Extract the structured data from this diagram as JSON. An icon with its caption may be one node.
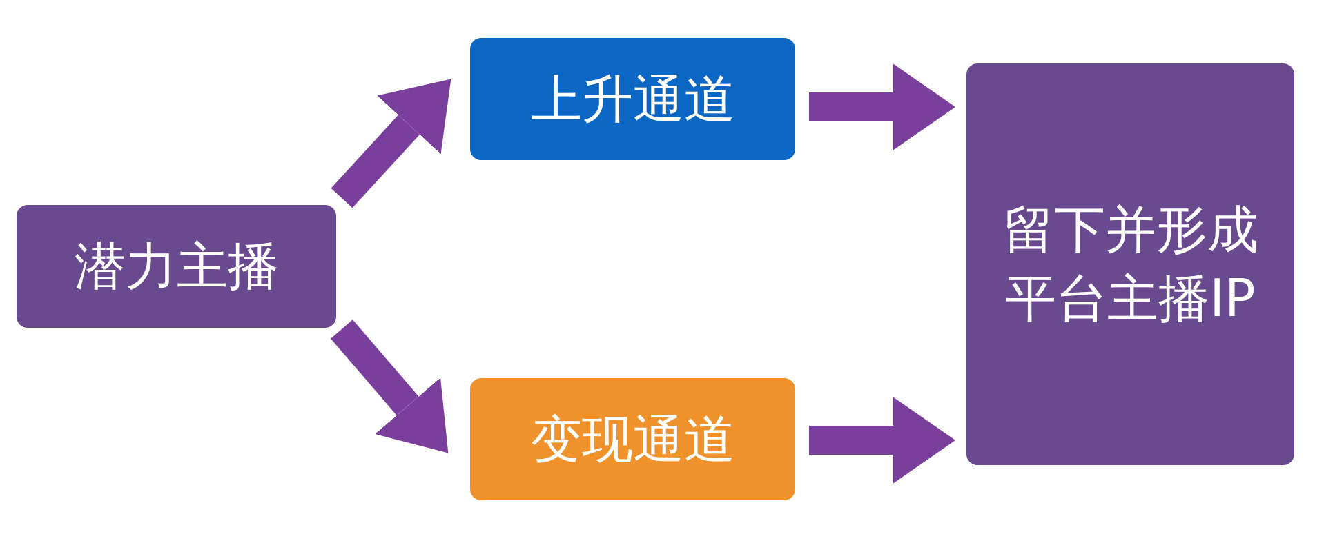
{
  "diagram": {
    "nodes": [
      {
        "text": [
          "潜力主播"
        ]
      },
      {
        "text": [
          "上升通道"
        ]
      },
      {
        "text": [
          "变现通道"
        ]
      },
      {
        "text": [
          "留下并形成平台主播IP"
        ]
      }
    ],
    "edges": [
      {
        "from": 0,
        "to": 1,
        "arrow": "to"
      },
      {
        "from": 0,
        "to": 2,
        "arrow": "to"
      },
      {
        "from": 1,
        "to": 3,
        "arrow": "to"
      },
      {
        "from": 2,
        "to": 3,
        "arrow": "to"
      }
    ]
  }
}
